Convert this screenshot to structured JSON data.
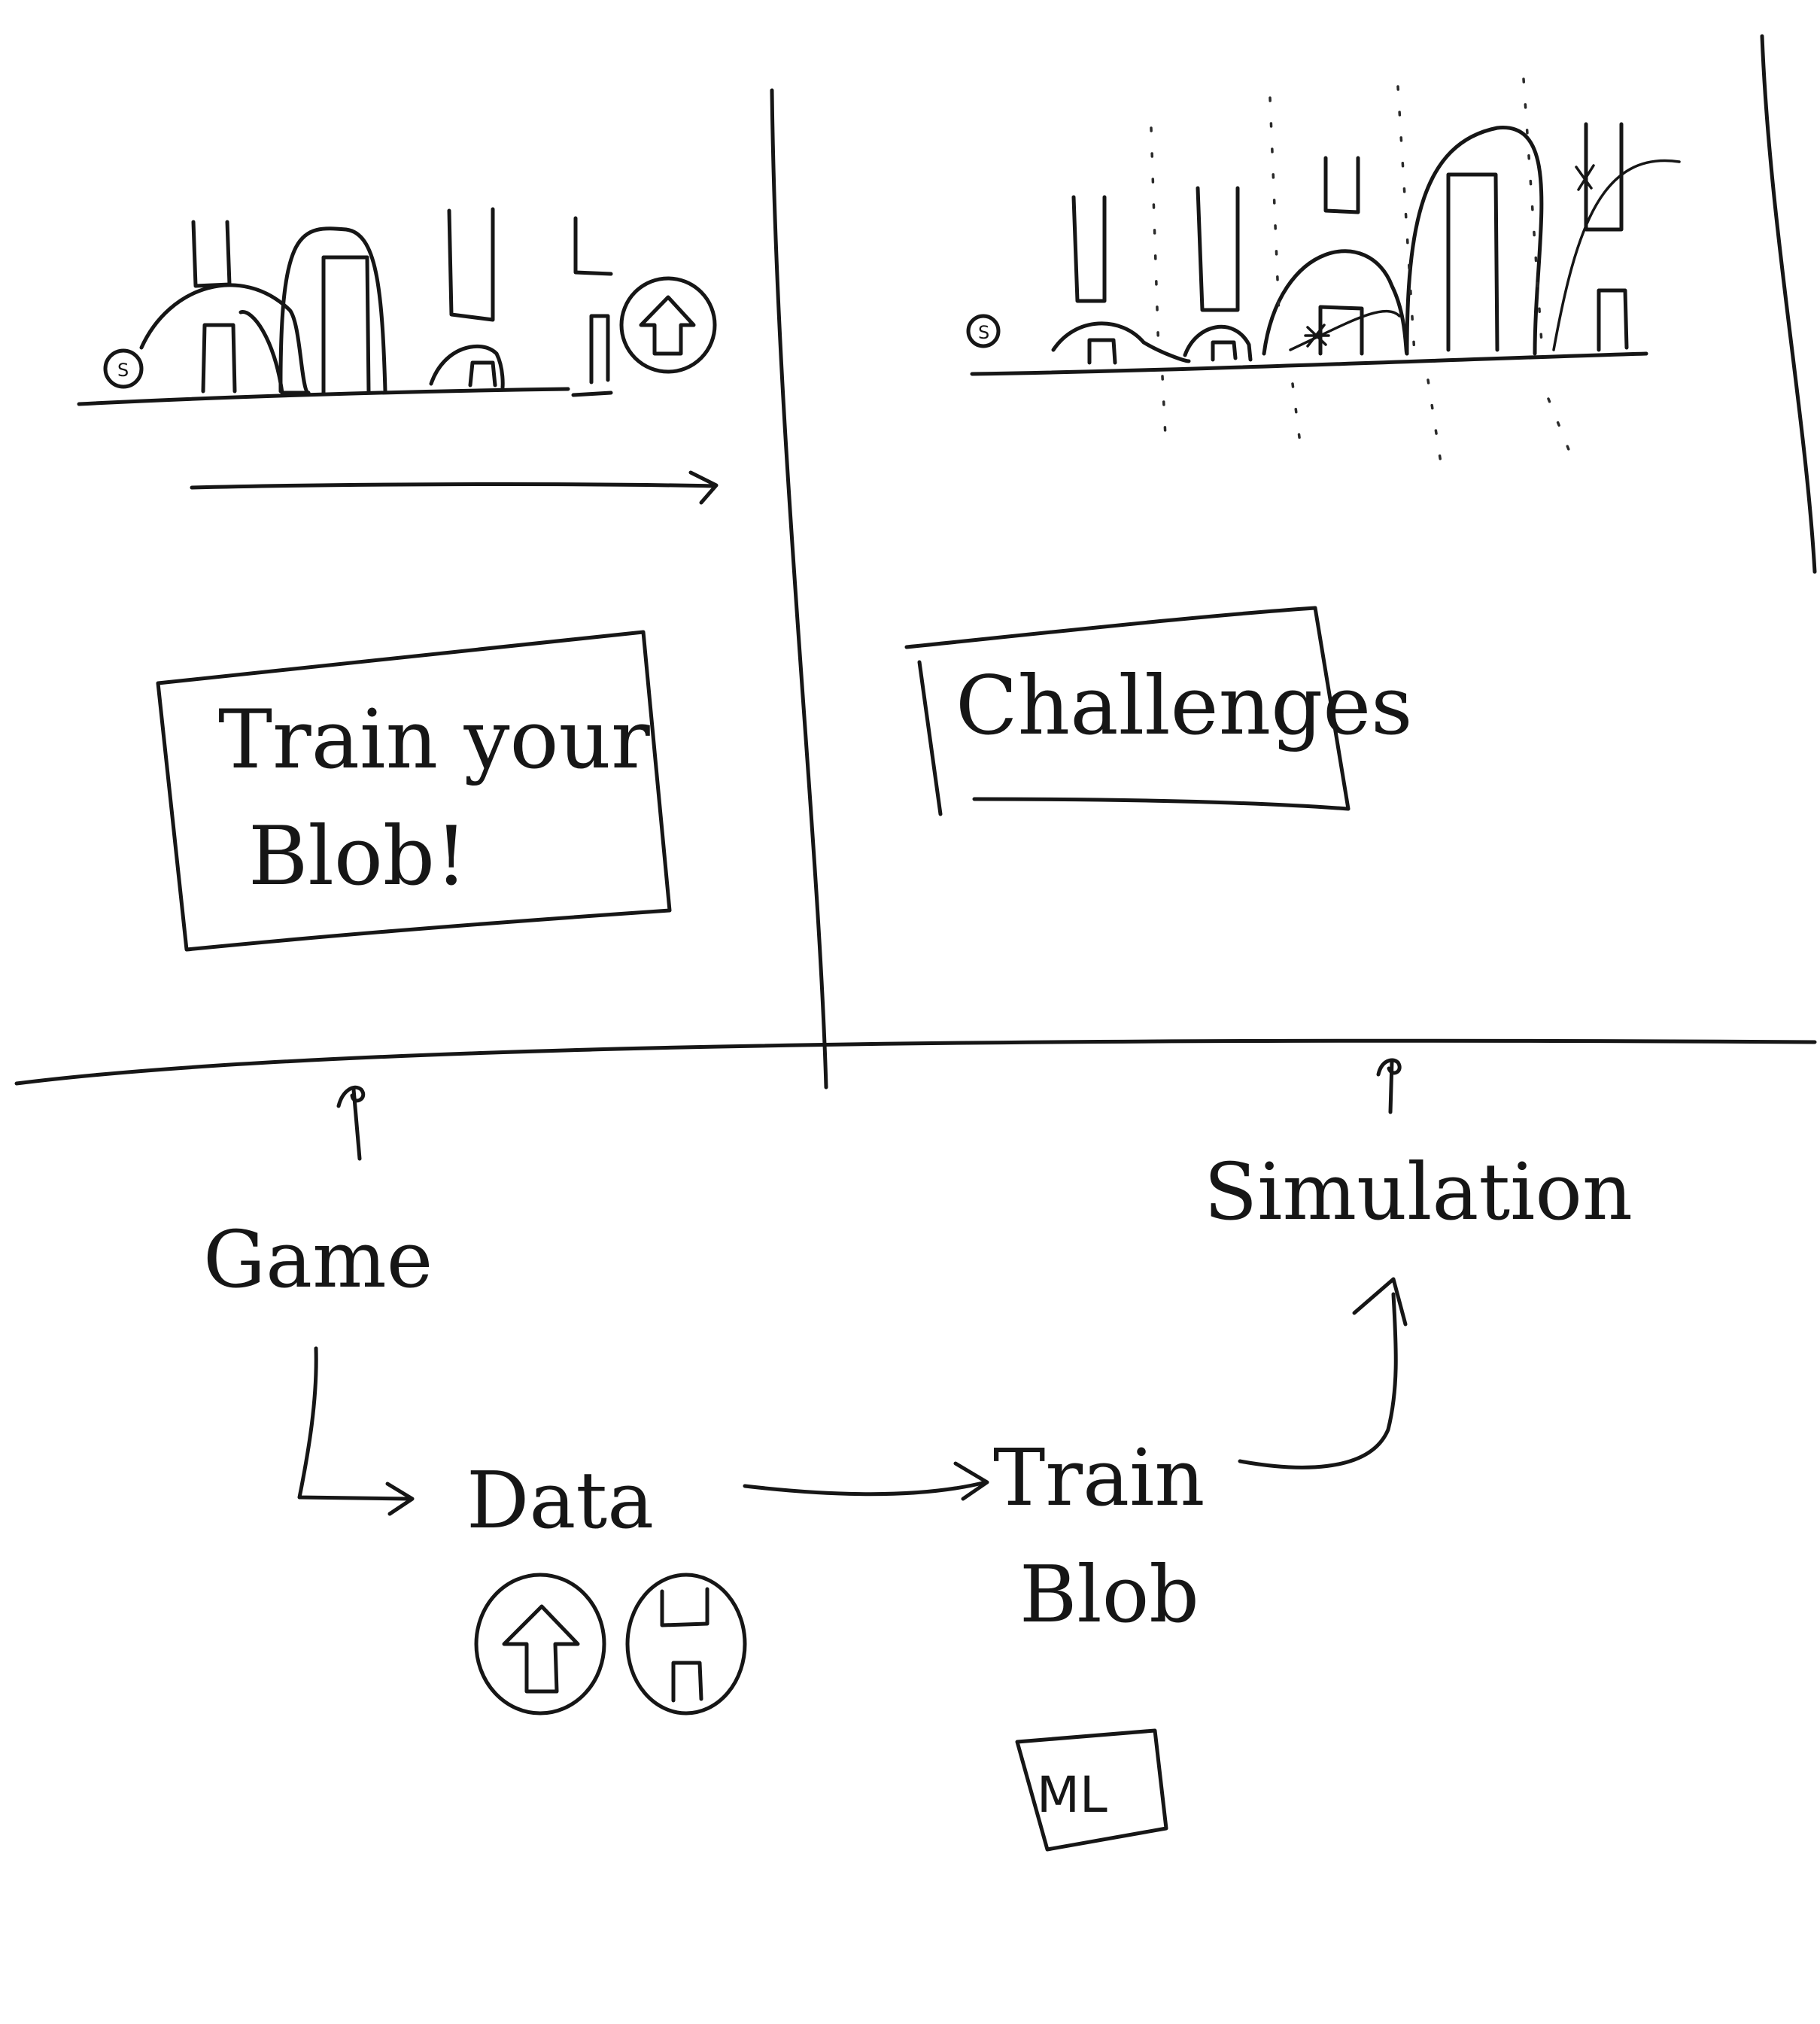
{
  "panels": {
    "game": {
      "button_line1": "Train your",
      "button_line2": "Blob!"
    },
    "simulation": {
      "button_label": "Challenges"
    }
  },
  "flow": {
    "game": "Game",
    "data": "Data",
    "train_line1": "Train",
    "train_line2": "Blob",
    "simulation": "Simulation",
    "ml_box": "ML"
  },
  "blob_mark": "S",
  "icons": [
    "up-arrow-icon",
    "hurdle-icon",
    "blob-icon"
  ]
}
